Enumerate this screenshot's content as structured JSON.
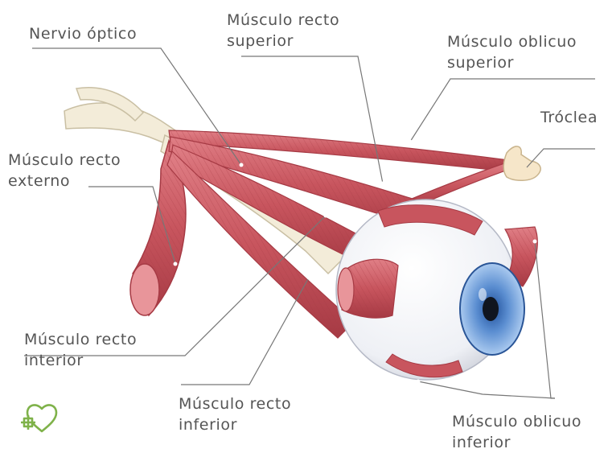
{
  "labels": {
    "nervio_optico": "Nervio óptico",
    "recto_superior": [
      "Músculo recto",
      "superior"
    ],
    "oblicuo_superior": [
      "Músculo oblicuo",
      "superior"
    ],
    "troclea": "Tróclea",
    "recto_externo": [
      "Músculo recto",
      "externo"
    ],
    "recto_interior": [
      "Músculo recto",
      "interior"
    ],
    "recto_inferior": [
      "Músculo recto",
      "inferior"
    ],
    "oblicuo_inferior": [
      "Músculo oblicuo",
      "inferior"
    ]
  },
  "colors": {
    "muscle": "#c8555e",
    "muscle_dark": "#a63a44",
    "muscle_light": "#e07f86",
    "nerve": "#f3ecd9",
    "sclera": "#f7f8fb",
    "iris": "#5b8ed1",
    "pupil": "#10151f",
    "leader_line": "#777777",
    "logo": "#7fb24a"
  },
  "logo": {
    "icon": "heart-plus-logo-icon"
  }
}
